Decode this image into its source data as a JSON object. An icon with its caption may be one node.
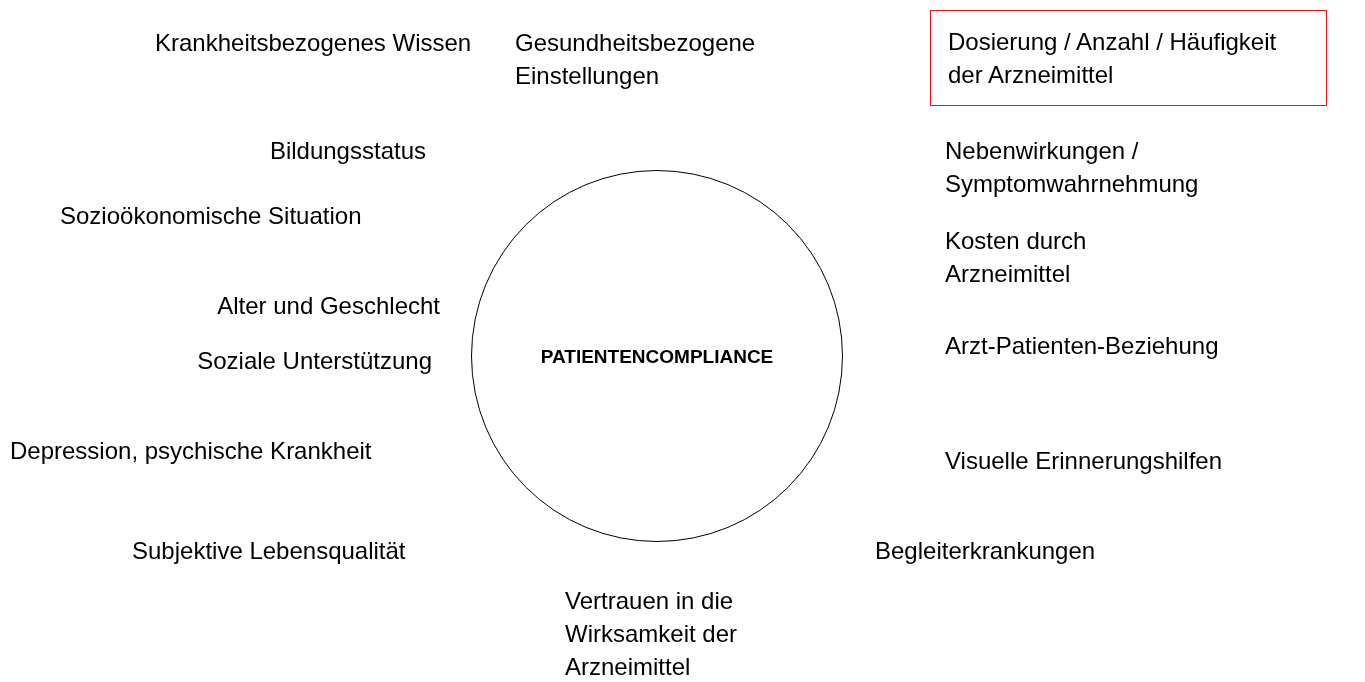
{
  "diagram": {
    "nodes": [
      {
        "text": [
          "PATIENTENCOMPLIANCE"
        ]
      },
      {
        "text": [
          "Dosierung / Anzahl / Häufigkeit der Arzneimittel"
        ]
      }
    ],
    "edges": [],
    "labels": [
      "Krankheitsbezogenes Wissen",
      "Gesundheitsbezogene Einstellungen",
      "Bildungsstatus",
      "Nebenwirkungen / Symptomwahrnehmung",
      "Sozioökonomische Situation",
      "Kosten durch Arzneimittel",
      "Alter und Geschlecht",
      "Soziale Unterstützung",
      "Arzt-Patienten-Beziehung",
      "Depression, psychische Krankheit",
      "Visuelle Erinnerungshilfen",
      "Subjektive Lebensqualität",
      "Begleiterkrankungen",
      "Vertrauen in die Wirksamkeit der Arzneimittel"
    ]
  }
}
